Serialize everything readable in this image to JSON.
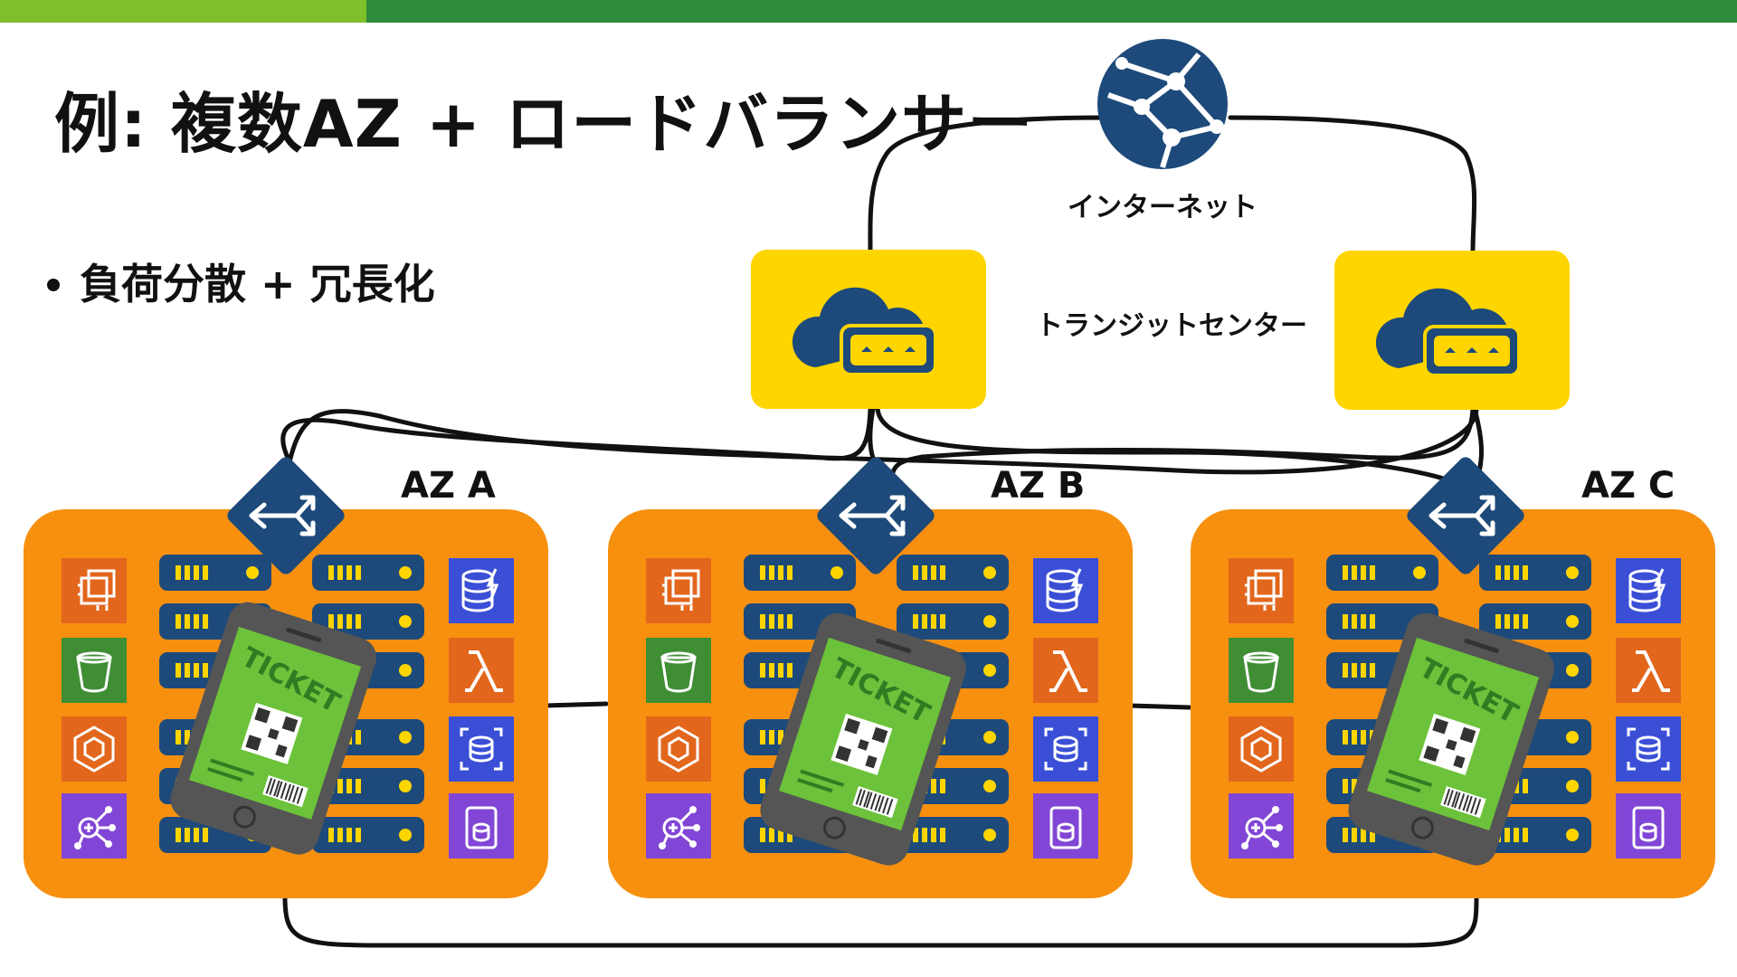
{
  "slide": {
    "title": "例: 複数AZ + ロードバランサー",
    "bullet": "負荷分散 + 冗長化"
  },
  "labels": {
    "internet": "インターネット",
    "transit_center": "トランジットセンター"
  },
  "zones": [
    {
      "name": "AZ A"
    },
    {
      "name": "AZ B"
    },
    {
      "name": "AZ C"
    }
  ],
  "device": {
    "ticket_text": "TICKET"
  },
  "server_text": "IIII",
  "colors": {
    "accent_light_green": "#7fbf2b",
    "accent_dark_green": "#2e8b3a",
    "zone_orange": "#f7900f",
    "gateway_yellow": "#ffd500",
    "navy": "#1d4a7a",
    "ticket_green": "#6cc23a"
  },
  "icons": {
    "internet": "globe-network-icon",
    "transit_gateway": "cloud-gateway-icon",
    "load_balancer": "elb-router-icon",
    "services": [
      "ec2-icon",
      "s3-bucket-icon",
      "ecs-icon",
      "eventbridge-icon",
      "dynamodb-icon",
      "lambda-icon",
      "rds-icon",
      "efs-icon"
    ]
  }
}
